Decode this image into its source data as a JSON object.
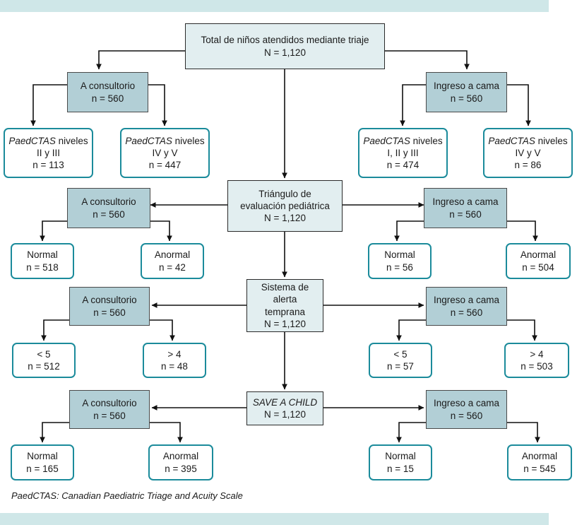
{
  "figure": {
    "title_box": {
      "line1": "Total de niños atendidos mediante triaje",
      "line2": "N = 1,120"
    },
    "footnote": "PaedCTAS: Canadian Paediatric Triage and Acuity Scale",
    "colors": {
      "band": "#cfe7e8",
      "central_fill": "#e2eef0",
      "group_fill": "#b2cfd6",
      "leaf_border": "#1b8b9b",
      "line": "#111111",
      "text": "#1a1a1a",
      "page_background": "#ffffff"
    },
    "labels": {
      "office": "A consultorio",
      "bed": "Ingreso a cama",
      "n560": "n = 560",
      "N1120": "N = 1,120"
    }
  },
  "chart_data": {
    "type": "diagram",
    "title": "Total de niños atendidos mediante triaje",
    "total": 1120,
    "stages": [
      {
        "id": "triage",
        "stage_label": "Total de niños atendidos mediante triaje",
        "stage_n": "N = 1,120",
        "left_group": {
          "label": "A consultorio",
          "n": "n = 560"
        },
        "right_group": {
          "label": "Ingreso a cama",
          "n": "n = 560"
        },
        "left_children": [
          {
            "l1": "PaedCTAS niveles",
            "l2": "II y III",
            "n": "n = 113"
          },
          {
            "l1": "PaedCTAS niveles",
            "l2": "IV y V",
            "n": "n = 447"
          }
        ],
        "right_children": [
          {
            "l1": "PaedCTAS niveles",
            "l2": "I, II y III",
            "n": "n = 474"
          },
          {
            "l1": "PaedCTAS niveles",
            "l2": "IV y V",
            "n": "n = 86"
          }
        ]
      },
      {
        "id": "tep",
        "stage_label_lines": [
          "Triángulo de",
          "evaluación pediátrica"
        ],
        "stage_n": "N = 1,120",
        "left_group": {
          "label": "A consultorio",
          "n": "n = 560"
        },
        "right_group": {
          "label": "Ingreso a cama",
          "n": "n = 560"
        },
        "left_children": [
          {
            "l1": "Normal",
            "n": "n = 518"
          },
          {
            "l1": "Anormal",
            "n": "n = 42"
          }
        ],
        "right_children": [
          {
            "l1": "Normal",
            "n": "n = 56"
          },
          {
            "l1": "Anormal",
            "n": "n = 504"
          }
        ]
      },
      {
        "id": "sat",
        "stage_label_lines": [
          "Sistema de",
          "alerta",
          "temprana"
        ],
        "stage_n": "N = 1,120",
        "left_group": {
          "label": "A consultorio",
          "n": "n = 560"
        },
        "right_group": {
          "label": "Ingreso a cama",
          "n": "n = 560"
        },
        "left_children": [
          {
            "l1": "< 5",
            "n": "n = 512"
          },
          {
            "l1": "> 4",
            "n": "n = 48"
          }
        ],
        "right_children": [
          {
            "l1": "< 5",
            "n": "n = 57"
          },
          {
            "l1": "> 4",
            "n": "n = 503"
          }
        ]
      },
      {
        "id": "save",
        "stage_label": "SAVE A CHILD",
        "stage_n": "N = 1,120",
        "left_group": {
          "label": "A consultorio",
          "n": "n = 560"
        },
        "right_group": {
          "label": "Ingreso a cama",
          "n": "n = 560"
        },
        "left_children": [
          {
            "l1": "Normal",
            "n": "n = 165"
          },
          {
            "l1": "Anormal",
            "n": "n = 395"
          }
        ],
        "right_children": [
          {
            "l1": "Normal",
            "n": "n = 15"
          },
          {
            "l1": "Anormal",
            "n": "n = 545"
          }
        ]
      }
    ]
  },
  "nodes": {
    "top": {
      "l1": "Total de niños atendidos mediante triaje",
      "l2": "N = 1,120"
    },
    "s1_left_group": {
      "l1": "A consultorio",
      "l2": "n = 560"
    },
    "s1_right_group": {
      "l1": "Ingreso a cama",
      "l2": "n = 560"
    },
    "s1_c1": {
      "l1": "PaedCTAS",
      "l1b": " niveles",
      "l2": "II y III",
      "l3": "n = 113"
    },
    "s1_c2": {
      "l1": "PaedCTAS",
      "l1b": " niveles",
      "l2": "IV y V",
      "l3": "n = 447"
    },
    "s1_c3": {
      "l1": "PaedCTAS",
      "l1b": " niveles",
      "l2": "I, II y III",
      "l3": "n = 474"
    },
    "s1_c4": {
      "l1": "PaedCTAS",
      "l1b": " niveles",
      "l2": "IV y V",
      "l3": "n = 86"
    },
    "s2_center": {
      "l1": "Triángulo de",
      "l2": "evaluación pediátrica",
      "l3": "N = 1,120"
    },
    "s2_left_group": {
      "l1": "A consultorio",
      "l2": "n = 560"
    },
    "s2_right_group": {
      "l1": "Ingreso a cama",
      "l2": "n = 560"
    },
    "s2_c1": {
      "l1": "Normal",
      "l2": "n = 518"
    },
    "s2_c2": {
      "l1": "Anormal",
      "l2": "n = 42"
    },
    "s2_c3": {
      "l1": "Normal",
      "l2": "n = 56"
    },
    "s2_c4": {
      "l1": "Anormal",
      "l2": "n = 504"
    },
    "s3_center": {
      "l1": "Sistema de",
      "l2": "alerta",
      "l3": "temprana",
      "l4": "N = 1,120"
    },
    "s3_left_group": {
      "l1": "A consultorio",
      "l2": "n = 560"
    },
    "s3_right_group": {
      "l1": "Ingreso a cama",
      "l2": "n = 560"
    },
    "s3_c1": {
      "l1": "< 5",
      "l2": "n = 512"
    },
    "s3_c2": {
      "l1": "> 4",
      "l2": "n = 48"
    },
    "s3_c3": {
      "l1": "< 5",
      "l2": "n = 57"
    },
    "s3_c4": {
      "l1": "> 4",
      "l2": "n = 503"
    },
    "s4_center": {
      "l1": "SAVE A CHILD",
      "l2": "N = 1,120"
    },
    "s4_left_group": {
      "l1": "A consultorio",
      "l2": "n = 560"
    },
    "s4_right_group": {
      "l1": "Ingreso a cama",
      "l2": "n = 560"
    },
    "s4_c1": {
      "l1": "Normal",
      "l2": "n = 165"
    },
    "s4_c2": {
      "l1": "Anormal",
      "l2": "n = 395"
    },
    "s4_c3": {
      "l1": "Normal",
      "l2": "n = 15"
    },
    "s4_c4": {
      "l1": "Anormal",
      "l2": "n = 545"
    }
  }
}
